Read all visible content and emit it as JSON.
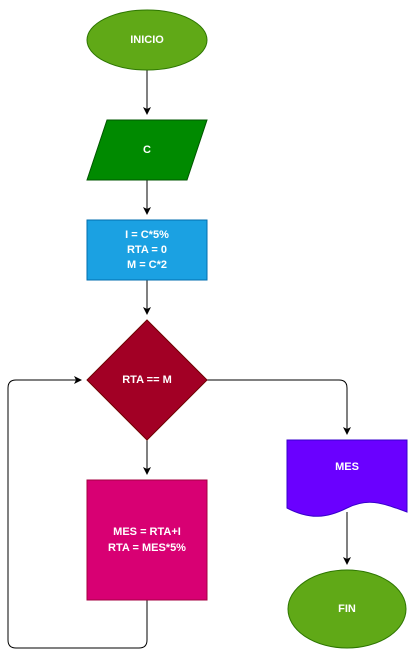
{
  "diagram": {
    "nodes": {
      "start": {
        "label": "INICIO",
        "color": "#60a917"
      },
      "input": {
        "label": "C",
        "color": "#008a00"
      },
      "process1": {
        "lines": [
          "I = C*5%",
          "RTA = 0",
          "M = C*2"
        ],
        "color": "#1ba1e2"
      },
      "decision": {
        "label": "RTA == M",
        "color": "#a20025"
      },
      "process2": {
        "lines": [
          "MES = RTA+I",
          "RTA = MES*5%"
        ],
        "color": "#d80073"
      },
      "output": {
        "label": "MES",
        "color": "#6a00ff"
      },
      "end": {
        "label": "FIN",
        "color": "#60a917"
      }
    },
    "edges": [
      {
        "from": "start",
        "to": "input"
      },
      {
        "from": "input",
        "to": "process1"
      },
      {
        "from": "process1",
        "to": "decision"
      },
      {
        "from": "decision",
        "to": "process2"
      },
      {
        "from": "process2",
        "to": "decision"
      },
      {
        "from": "decision",
        "to": "output"
      },
      {
        "from": "output",
        "to": "end"
      }
    ]
  }
}
